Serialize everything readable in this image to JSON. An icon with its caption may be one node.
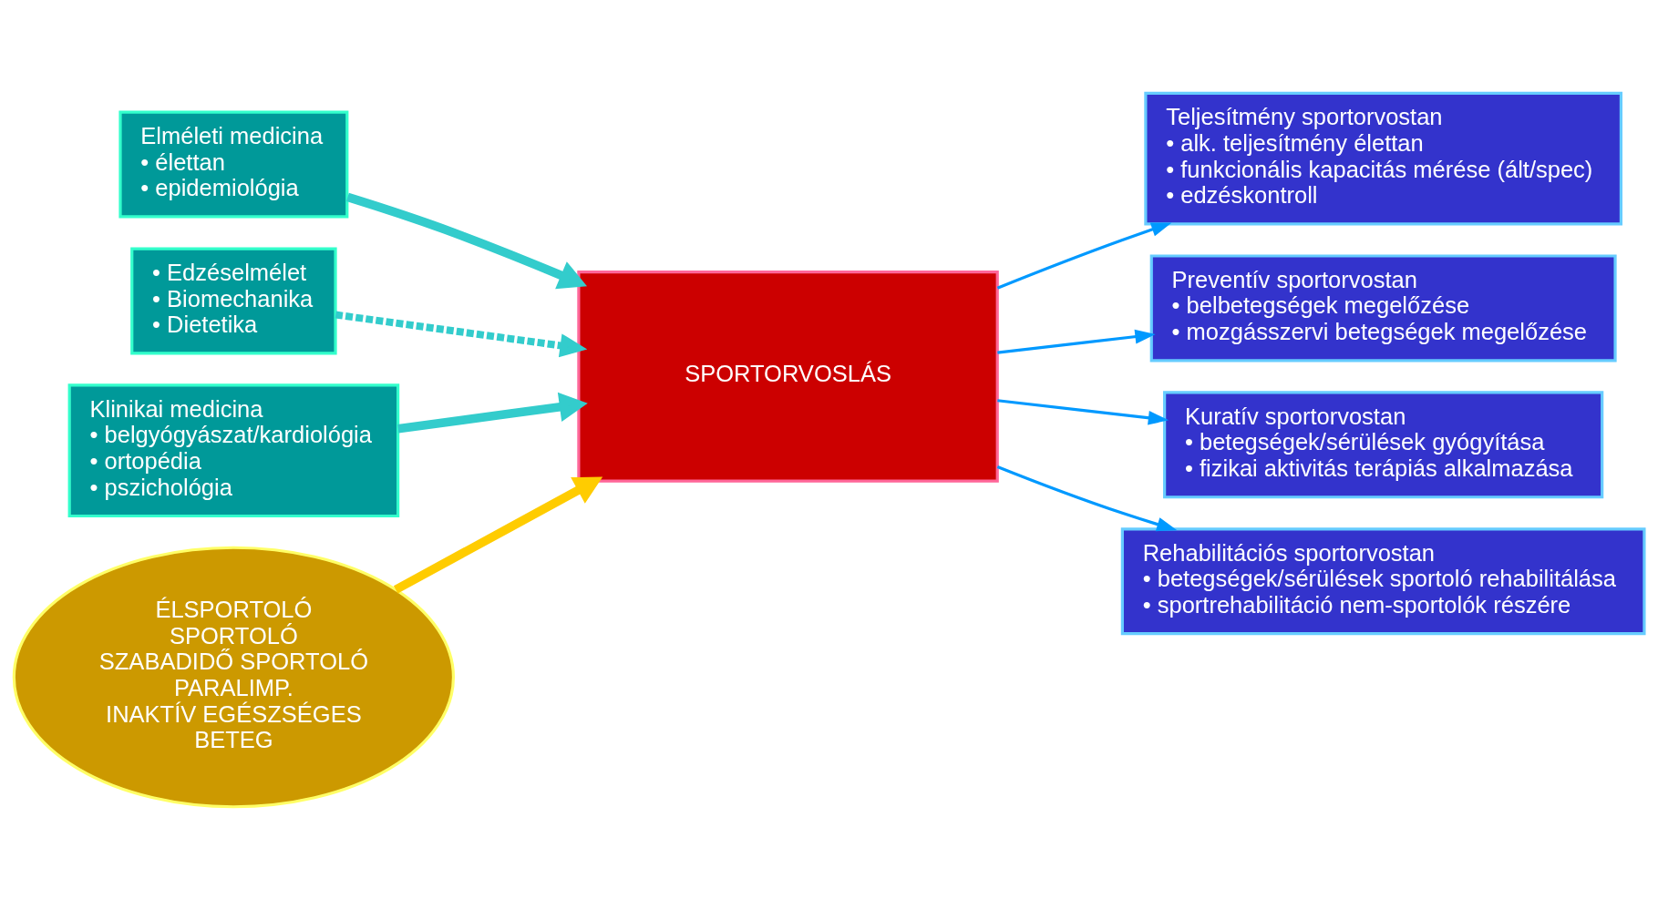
{
  "diagram": {
    "nodes": [
      {
        "text": [
          "Elméleti medicina",
          "• élettan",
          "• epidemiológia"
        ]
      },
      {
        "text": [
          "• Edzéselmélet",
          "• Biomechanika",
          "• Dietetika"
        ]
      },
      {
        "text": [
          "Klinikai medicina",
          "• belgyógyászat/kardiológia",
          "• ortopédia",
          "• pszichológia"
        ]
      },
      {
        "text": [
          "SPORTORVOSLÁS"
        ]
      },
      {
        "text": [
          "ÉLSPORTOLÓ",
          "SPORTOLÓ",
          "SZABADIDŐ SPORTOLÓ",
          "PARALIMP.",
          "INAKTÍV EGÉSZSÉGES",
          "BETEG"
        ]
      },
      {
        "text": [
          "Teljesítmény sportorvostan",
          "• alk. teljesítmény élettan",
          "• funkcionális kapacitás mérése (ált/spec)",
          "• edzéskontroll"
        ]
      },
      {
        "text": [
          "Preventív sportorvostan",
          "• belbetegségek megelőzése",
          "• mozgásszervi betegségek megelőzése"
        ]
      },
      {
        "text": [
          "Kuratív sportorvostan",
          "• betegségek/sérülések gyógyítása",
          "• fizikai aktivitás terápiás alkalmazása"
        ]
      },
      {
        "text": [
          "Rehabilitációs sportorvostan",
          "• betegségek/sérülések sportoló rehabilitálása",
          "• sportrehabilitáció nem-sportolók részére"
        ]
      }
    ],
    "edges": [
      {
        "from": 0,
        "to": 3,
        "arrow": "to",
        "style": "thick",
        "color": "#33cccc"
      },
      {
        "from": 1,
        "to": 3,
        "arrow": "to",
        "style": "dashed",
        "color": "#33cccc"
      },
      {
        "from": 2,
        "to": 3,
        "arrow": "to",
        "style": "thick",
        "color": "#33cccc"
      },
      {
        "from": 4,
        "to": 3,
        "arrow": "to",
        "style": "thick",
        "color": "#ffcc00"
      },
      {
        "from": 3,
        "to": 5,
        "arrow": "to",
        "color": "#0099ff"
      },
      {
        "from": 3,
        "to": 6,
        "arrow": "to",
        "color": "#0099ff"
      },
      {
        "from": 3,
        "to": 7,
        "arrow": "to",
        "color": "#0099ff"
      },
      {
        "from": 3,
        "to": 8,
        "arrow": "to",
        "color": "#0099ff"
      }
    ]
  }
}
